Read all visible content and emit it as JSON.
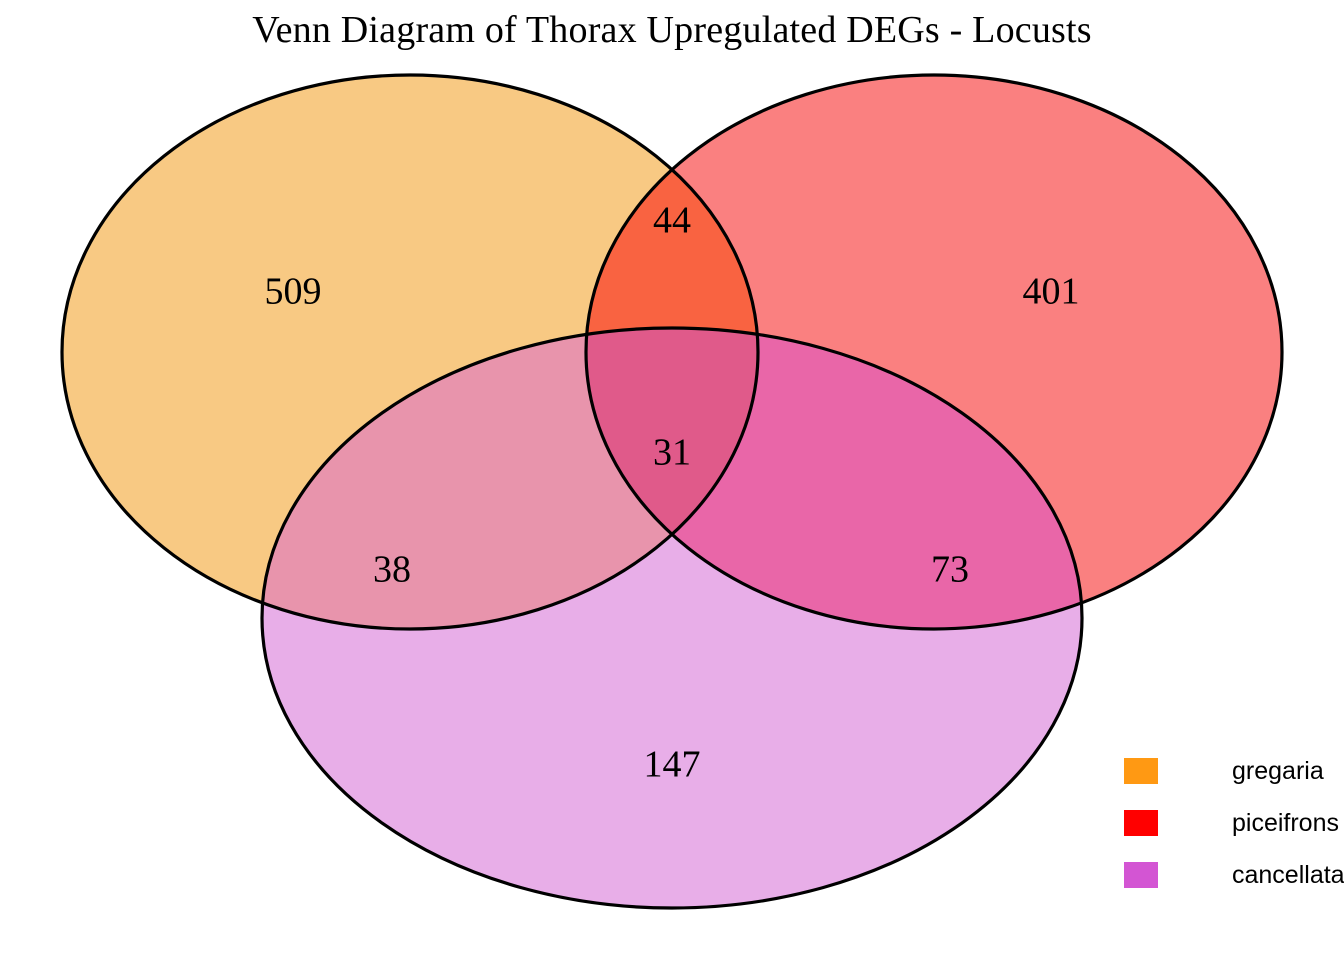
{
  "title": "Venn Diagram of Thorax Upregulated DEGs - Locusts",
  "legend": {
    "items": [
      {
        "label": "gregaria",
        "color": "#FF9913",
        "swatch_name": "legend-swatch-gregaria"
      },
      {
        "label": "piceifrons",
        "color": "#FF0000",
        "swatch_name": "legend-swatch-piceifrons"
      },
      {
        "label": "cancellata",
        "color": "#D355D3",
        "swatch_name": "legend-swatch-cancellata"
      }
    ]
  },
  "colors": {
    "gregaria_fill": "#F8C983",
    "piceifrons_fill": "#FA8080",
    "cancellata_fill": "#E8AEE8",
    "gregaria_piceifrons_fill": "#F96341",
    "gregaria_cancellata_fill": "#E894AC",
    "piceifrons_cancellata_fill": "#E966A8",
    "triple_fill": "#E05A8A",
    "outline": "#000000",
    "background": "#FFFFFF",
    "text": "#000000"
  },
  "chart_data": {
    "type": "venn",
    "title": "Venn Diagram of Thorax Upregulated DEGs - Locusts",
    "sets": [
      "gregaria",
      "piceifrons",
      "cancellata"
    ],
    "regions": [
      {
        "id": "gregaria-only",
        "sets": [
          "gregaria"
        ],
        "value": 509
      },
      {
        "id": "piceifrons-only",
        "sets": [
          "piceifrons"
        ],
        "value": 401
      },
      {
        "id": "cancellata-only",
        "sets": [
          "cancellata"
        ],
        "value": 147
      },
      {
        "id": "gregaria-piceifrons",
        "sets": [
          "gregaria",
          "piceifrons"
        ],
        "value": 44
      },
      {
        "id": "gregaria-cancellata",
        "sets": [
          "gregaria",
          "cancellata"
        ],
        "value": 38
      },
      {
        "id": "piceifrons-cancellata",
        "sets": [
          "piceifrons",
          "cancellata"
        ],
        "value": 73
      },
      {
        "id": "gregaria-piceifrons-cancellata",
        "sets": [
          "gregaria",
          "piceifrons",
          "cancellata"
        ],
        "value": 31
      }
    ],
    "labels": {
      "gregaria_only": "509",
      "piceifrons_only": "401",
      "cancellata_only": "147",
      "gregaria_piceifrons": "44",
      "gregaria_cancellata": "38",
      "piceifrons_cancellata": "73",
      "triple": "31"
    },
    "legend_position": "bottom-right",
    "grid": false
  }
}
